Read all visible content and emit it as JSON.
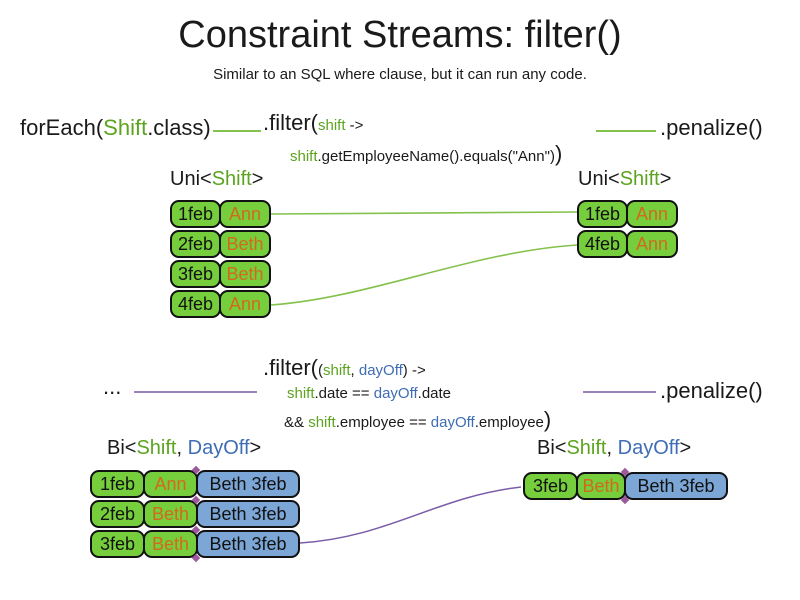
{
  "title": "Constraint Streams: filter()",
  "subtitle": "Similar to an SQL where clause, but it can run any code.",
  "colors": {
    "green_box": "#76ce3c",
    "green_text": "#5ca41f",
    "green_line": "#84c14d",
    "orange_text": "#d2691e",
    "blue_box": "#7ba6d6",
    "blue_text": "#3e6db5",
    "purple_line": "#7a5ca8",
    "text": "#1a1a1a"
  },
  "section_uni": {
    "foreach": {
      "pre": "forEach(",
      "cls": "Shift",
      "post": ".class)"
    },
    "filter_line1": {
      "method": ".filter(",
      "param": "shift",
      "arrow": " ->"
    },
    "filter_line2": {
      "var": "shift",
      "body": ".getEmployeeName().equals(\"Ann\")",
      "close": ")"
    },
    "penalize": ".penalize()",
    "left_label": {
      "pre": "Uni<",
      "type": "Shift",
      "post": ">"
    },
    "right_label": {
      "pre": "Uni<",
      "type": "Shift",
      "post": ">"
    },
    "left_rows": [
      {
        "date": "1feb",
        "name": "Ann"
      },
      {
        "date": "2feb",
        "name": "Beth"
      },
      {
        "date": "3feb",
        "name": "Beth"
      },
      {
        "date": "4feb",
        "name": "Ann"
      }
    ],
    "right_rows": [
      {
        "date": "1feb",
        "name": "Ann"
      },
      {
        "date": "4feb",
        "name": "Ann"
      }
    ]
  },
  "section_bi": {
    "source": "...",
    "filter_line1": {
      "method": ".filter(",
      "open": "(",
      "param1": "shift",
      "sep": ", ",
      "param2": "dayOff",
      "close": ") ->"
    },
    "filter_line2": {
      "v1": "shift",
      "m1": ".date == ",
      "v2": "dayOff",
      "m2": ".date"
    },
    "filter_line3": {
      "pre": "&& ",
      "v1": "shift",
      "m1": ".employee == ",
      "v2": "dayOff",
      "m2": ".employee",
      "close": ")"
    },
    "penalize": ".penalize()",
    "left_label": {
      "pre": "Bi<",
      "t1": "Shift",
      "sep": ", ",
      "t2": "DayOff",
      "post": ">"
    },
    "right_label": {
      "pre": "Bi<",
      "t1": "Shift",
      "sep": ", ",
      "t2": "DayOff",
      "post": ">"
    },
    "left_rows": [
      {
        "date": "1feb",
        "name": "Ann",
        "pair": "Beth 3feb"
      },
      {
        "date": "2feb",
        "name": "Beth",
        "pair": "Beth 3feb"
      },
      {
        "date": "3feb",
        "name": "Beth",
        "pair": "Beth 3feb"
      }
    ],
    "right_rows": [
      {
        "date": "3feb",
        "name": "Beth",
        "pair": "Beth 3feb"
      }
    ]
  }
}
